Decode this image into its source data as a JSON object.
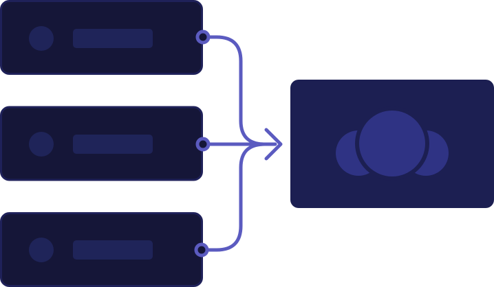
{
  "colors": {
    "background": "#ffffff",
    "source_card_fill": "#151638",
    "source_card_border": "#1f2159",
    "source_placeholder": "#1f2459",
    "target_card_fill": "#1c1f52",
    "target_avatar": "#2f3384",
    "target_avatar_gap": "#1c1f52",
    "connector": "#5b5bc0",
    "connector_dot": "#151638"
  },
  "sources": [
    {
      "id": "source-card-1",
      "icon": "circle-avatar-icon",
      "label_placeholder": true
    },
    {
      "id": "source-card-2",
      "icon": "circle-avatar-icon",
      "label_placeholder": true
    },
    {
      "id": "source-card-3",
      "icon": "circle-avatar-icon",
      "label_placeholder": true
    }
  ],
  "target": {
    "id": "target-card",
    "icon": "group-avatars-icon"
  },
  "connector_head": "arrow-right-icon"
}
